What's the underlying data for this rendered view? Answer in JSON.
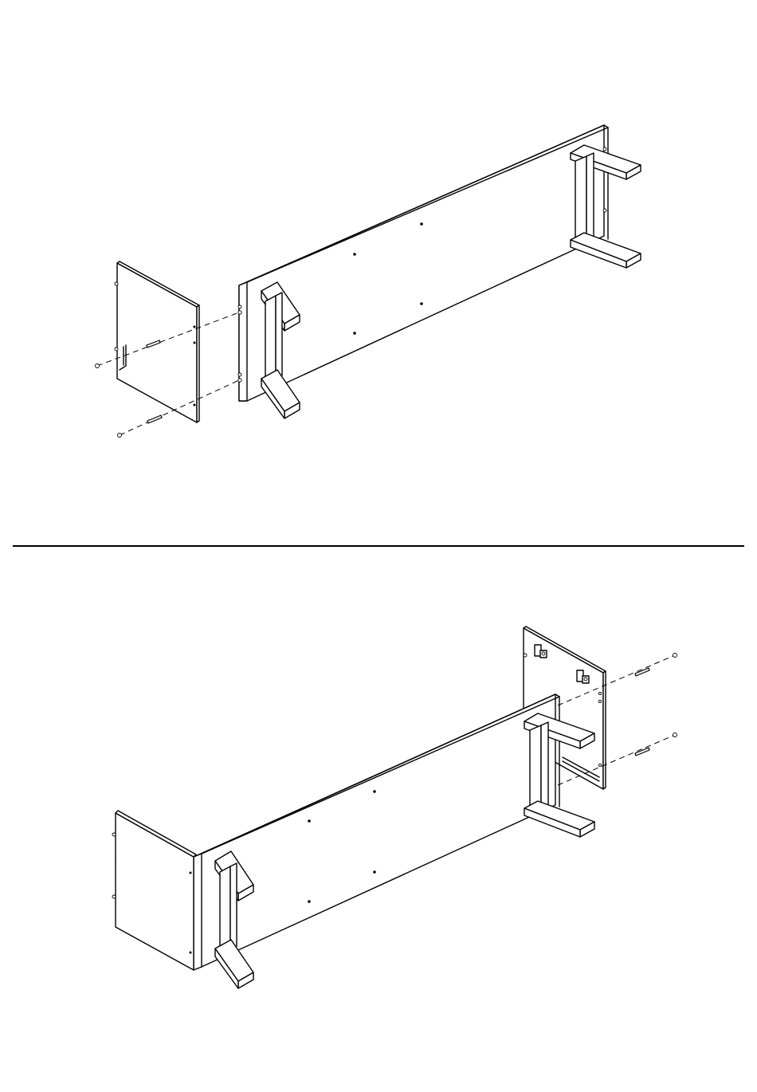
{
  "document": {
    "kind": "assembly-instruction-sheet",
    "steps": [
      {
        "step_id": "exploded-view",
        "parts": [
          "left-side-panel",
          "back-panel",
          "leg-frame-left",
          "leg-frame-right",
          "dowels",
          "cam-screws"
        ]
      },
      {
        "step_id": "assembled-view",
        "parts": [
          "left-side-panel",
          "back-panel",
          "leg-frame-left",
          "leg-frame-right",
          "right-side-panel",
          "dowels",
          "cam-screws"
        ]
      }
    ],
    "colors": {
      "ink": "#000000",
      "paper": "#ffffff"
    }
  }
}
